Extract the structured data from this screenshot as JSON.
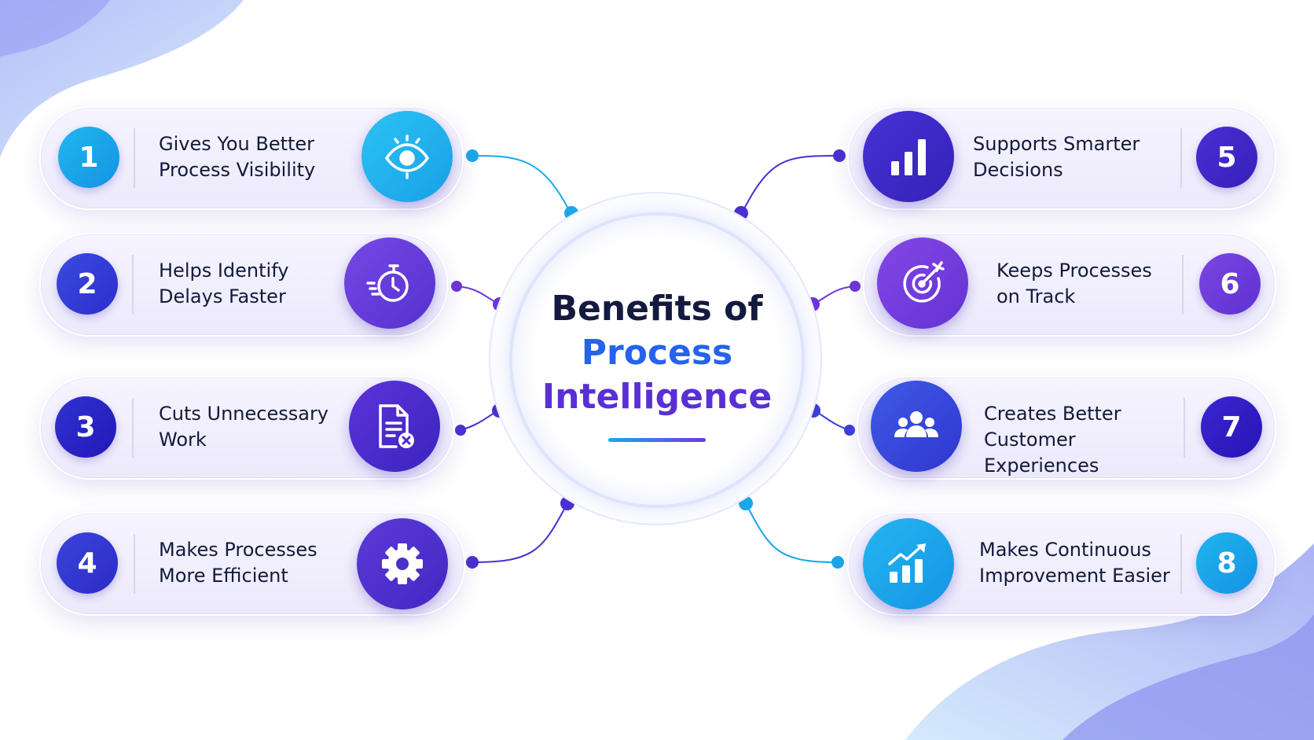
{
  "hub": {
    "line1": "Benefits of",
    "line2": "Process",
    "line3": "Intelligence"
  },
  "benefits": [
    {
      "number": "1",
      "label_line1": "Gives You Better",
      "label_line2": "Process Visibility",
      "icon": "eye-icon"
    },
    {
      "number": "2",
      "label_line1": "Helps Identify",
      "label_line2": "Delays Faster",
      "icon": "stopwatch-icon"
    },
    {
      "number": "3",
      "label_line1": "Cuts Unnecessary",
      "label_line2": "Work",
      "icon": "document-remove-icon"
    },
    {
      "number": "4",
      "label_line1": "Makes Processes",
      "label_line2": "More Efficient",
      "icon": "gear-icon"
    },
    {
      "number": "5",
      "label_line1": "Supports Smarter",
      "label_line2": "Decisions",
      "icon": "bar-chart-icon"
    },
    {
      "number": "6",
      "label_line1": "Keeps Processes",
      "label_line2": "on Track",
      "icon": "target-icon"
    },
    {
      "number": "7",
      "label_line1": "Creates Better",
      "label_line2": "Customer Experiences",
      "icon": "users-icon"
    },
    {
      "number": "8",
      "label_line1": "Makes Continuous",
      "label_line2": "Improvement Easier",
      "icon": "growth-chart-icon"
    }
  ],
  "colors": {
    "cyan": "#19aeea",
    "blue": "#3b3fd8",
    "indigo": "#2d22c4",
    "violet": "#5a2fd6",
    "purple": "#7a3fe0",
    "title": "#131a3d",
    "card_bg": "#f1effd"
  }
}
